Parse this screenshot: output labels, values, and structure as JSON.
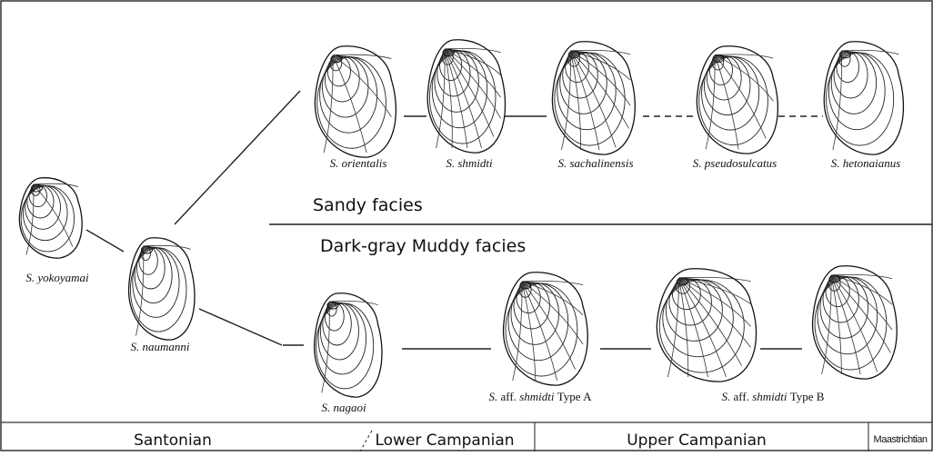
{
  "facies": {
    "sandy": "Sandy facies",
    "muddy": "Dark-gray Muddy facies"
  },
  "species": {
    "yokoyamai": "S. yokoyamai",
    "naumanni": "S. naumanni",
    "orientalis": "S. orientalis",
    "shmidti": "S. shmidti",
    "sachalinensis": "S. sachalinensis",
    "pseudosulcatus": "S. pseudosulcatus",
    "hetonaianus": "S. hetonaianus",
    "nagaoi": "S. nagaoi",
    "aff_a": {
      "prefix": "S.",
      "aff": "aff.",
      "name": "shmidti",
      "type": "Type A"
    },
    "aff_b": {
      "prefix": "S.",
      "aff": "aff.",
      "name": "shmidti",
      "type": "Type B"
    }
  },
  "stages": {
    "santonian": "Santonian",
    "lower_campanian": "Lower Campanian",
    "upper_campanian": "Upper Campanian",
    "maastrichtian": "Maastrichtian"
  },
  "colors": {
    "ink": "#111111",
    "frame": "#333333",
    "background": "#ffffff"
  }
}
